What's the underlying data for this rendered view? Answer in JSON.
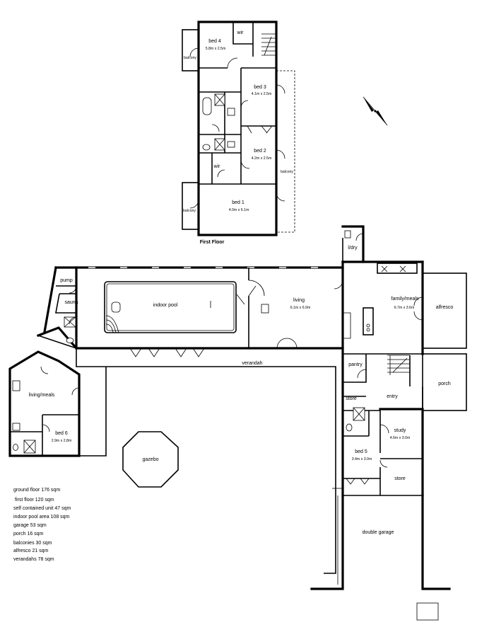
{
  "first_floor": {
    "title": "First Floor",
    "rooms": {
      "bed4": {
        "name": "bed 4",
        "dims": "5.8m x 2.5m"
      },
      "bed3": {
        "name": "bed 3",
        "dims": "4.1m x 2.5m"
      },
      "bed2": {
        "name": "bed 2",
        "dims": "4.2m x 2.5m"
      },
      "bed1": {
        "name": "bed 1",
        "dims": "4.0m x 6.1m"
      },
      "wir_top": {
        "name": "wir"
      },
      "wir_mid": {
        "name": "wir"
      },
      "balcony_top": {
        "name": "balcony"
      },
      "balcony_right": {
        "name": "balcony"
      },
      "balcony_bottom": {
        "name": "balcony"
      }
    }
  },
  "ground_floor": {
    "rooms": {
      "pump": {
        "name": "pump"
      },
      "sauna": {
        "name": "sauna"
      },
      "indoor_pool": {
        "name": "indoor pool"
      },
      "living": {
        "name": "living",
        "dims": "6.1m x 6.9m"
      },
      "ldry": {
        "name": "l/dry"
      },
      "family_meals": {
        "name": "family/meals",
        "dims": "6.7m x 3.6m"
      },
      "alfresco": {
        "name": "alfresco"
      },
      "verandah": {
        "name": "verandah"
      },
      "pantry": {
        "name": "pantry"
      },
      "entry": {
        "name": "entry"
      },
      "porch": {
        "name": "porch"
      },
      "store_a": {
        "name": "store"
      },
      "study": {
        "name": "study",
        "dims": "4.6m x 3.0m"
      },
      "bed5": {
        "name": "bed 5",
        "dims": "3.4m x 3.0m"
      },
      "store_b": {
        "name": "store"
      },
      "double_garage": {
        "name": "double garage"
      },
      "living_meals": {
        "name": "living/meals"
      },
      "bed6": {
        "name": "bed 6",
        "dims": "2.9m x 2.8m"
      },
      "gazebo": {
        "name": "gazebo"
      }
    }
  },
  "areas": [
    "ground floor 176 sqm",
    "first floor 120 sqm",
    "self contained unit 47 sqm",
    "indoor pool area 108 sqm",
    "garage 53 sqm",
    "porch 16 sqm",
    "balconies 30 sqm",
    "alfresco 21 sqm",
    "verandahs 78 sqm"
  ],
  "icons": [
    "north-arrow-icon",
    "scale-box-icon"
  ]
}
